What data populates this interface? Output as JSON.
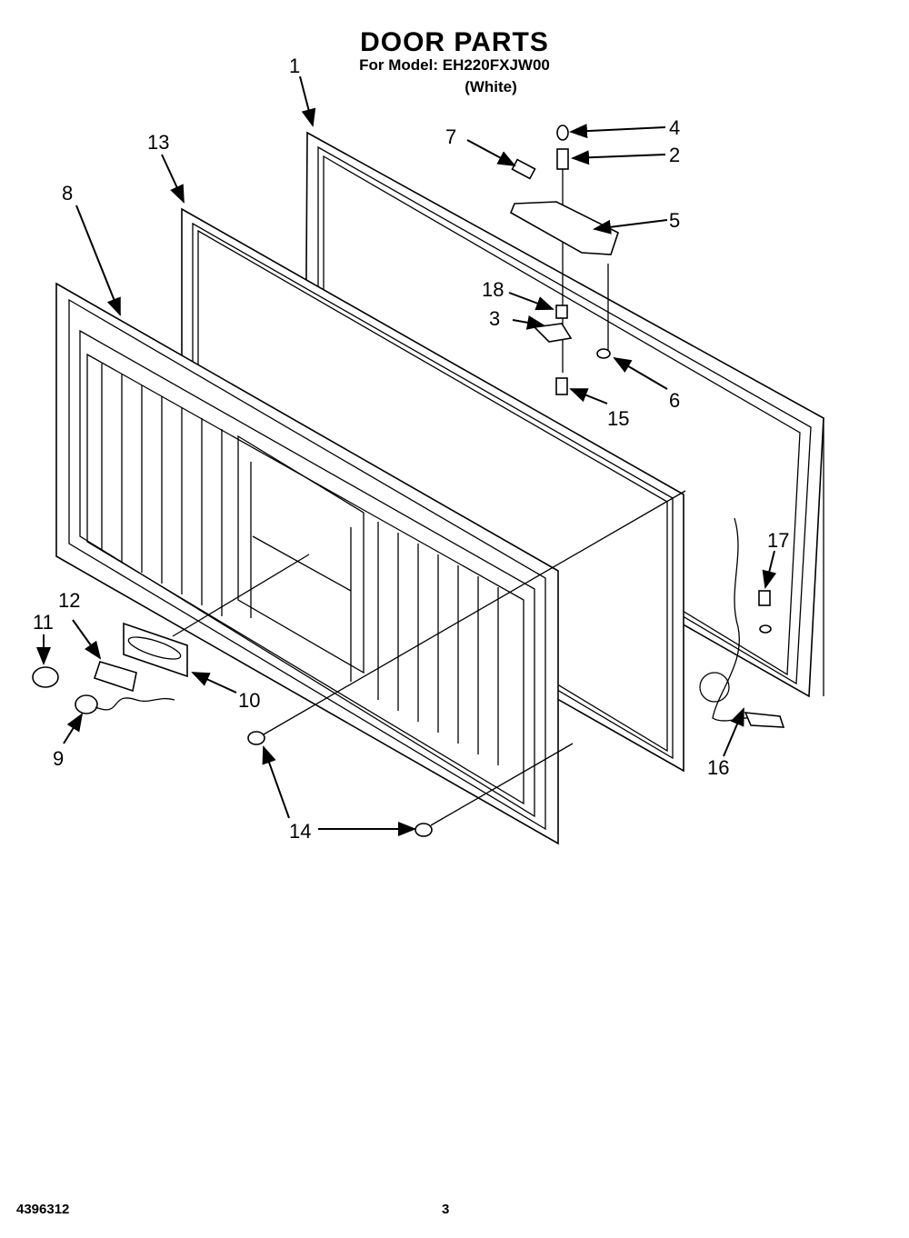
{
  "header": {
    "title": "DOOR PARTS",
    "model_line": "For Model: EH220FXJW00",
    "color_line": "(White)"
  },
  "footer": {
    "doc_number": "4396312",
    "page_number": "3"
  },
  "callouts": {
    "c1": "1",
    "c2": "2",
    "c3": "3",
    "c4": "4",
    "c5": "5",
    "c6": "6",
    "c7": "7",
    "c8": "8",
    "c9": "9",
    "c10": "10",
    "c11": "11",
    "c12": "12",
    "c13": "13",
    "c14": "14",
    "c15": "15",
    "c16": "16",
    "c17": "17",
    "c18": "18"
  }
}
